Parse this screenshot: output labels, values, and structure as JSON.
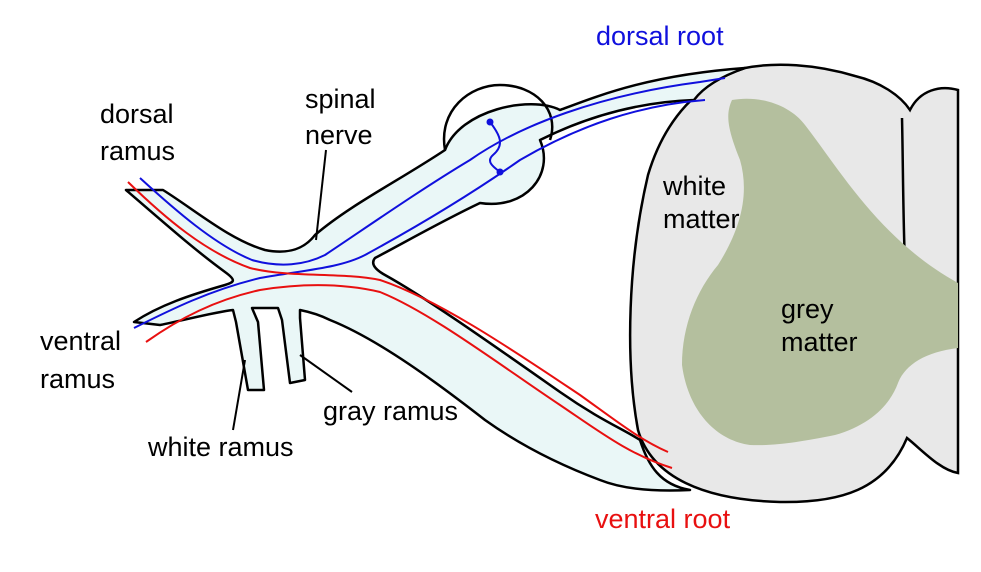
{
  "colors": {
    "sensory": "#1010dd",
    "motor": "#e81010",
    "nerve_fill": "#eaf7f7",
    "white_matter": "#e8e8e8",
    "grey_matter": "#b4bf9e",
    "outline": "#000000"
  },
  "labels": {
    "dorsal_root": "dorsal root",
    "ventral_root": "ventral root",
    "dorsal_ramus": [
      "dorsal",
      "ramus"
    ],
    "ventral_ramus": [
      "ventral",
      "ramus"
    ],
    "spinal_nerve": [
      "spinal",
      "nerve"
    ],
    "white_matter": [
      "white",
      "matter"
    ],
    "grey_matter": [
      "grey",
      "matter"
    ],
    "gray_ramus": "gray ramus",
    "white_ramus": "white ramus"
  }
}
